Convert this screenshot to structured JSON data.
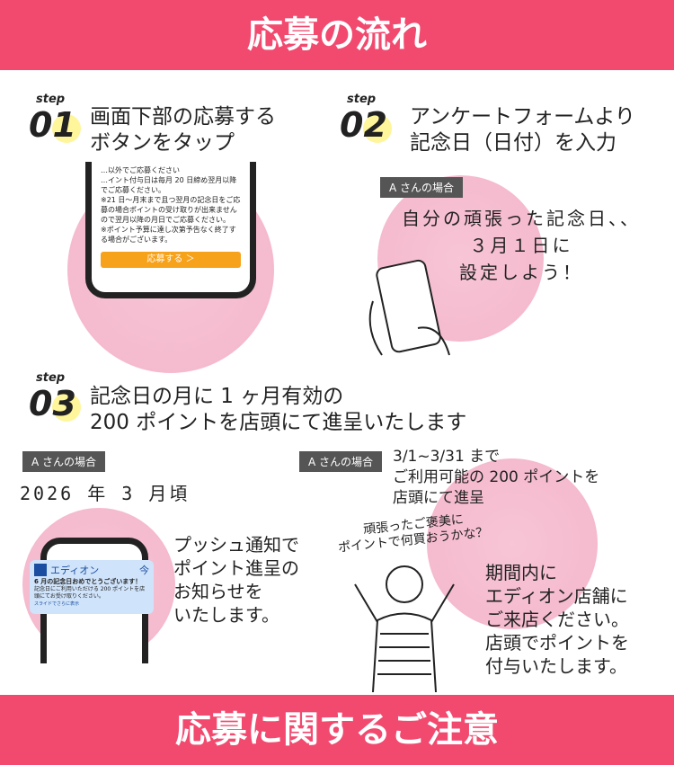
{
  "header": {
    "title": "応募の流れ"
  },
  "footer": {
    "title": "応募に関するご注意"
  },
  "step1": {
    "label": "step",
    "num": "01",
    "title1": "画面下部の応募する",
    "title2": "ボタンをタップ",
    "screen_lines": [
      "…以外でご応募ください",
      "…イント付与日は毎月 20 日締め翌月以降でご応募ください。",
      "※21 日～月末まで且つ翌月の記念日をご応募の場合ポイントの受け取りが出来ませんので翌月以降の月日でご応募ください。",
      "※ポイント予算に達し次第予告なく終了する場合がございます。"
    ],
    "button": "応募する ＞"
  },
  "step2": {
    "label": "step",
    "num": "02",
    "title1": "アンケートフォームより",
    "title2": "記念日（日付）を入力",
    "tag": "A さんの場合",
    "note1": "自分の頑張った記念日、、",
    "note2": "３月１日に",
    "note3": "設定しよう！"
  },
  "step3": {
    "label": "step",
    "num": "03",
    "title1": "記念日の月に 1 ヶ月有効の",
    "title2": "200 ポイントを店頭にて進呈いたします",
    "left": {
      "tag": "A さんの場合",
      "date": "2026 年 3 月頃",
      "notif_app": "エディオン",
      "notif_time": "今",
      "notif_title": "6 月の記念日おめでとうございます！",
      "notif_body": "記念日にご利用いただける 200 ポイントを店頭にてお受け取りください。",
      "notif_more": "スライドでさらに表示",
      "desc": [
        "プッシュ通知で",
        "ポイント進呈の",
        "お知らせを",
        "いたします。"
      ]
    },
    "right": {
      "tag": "A さんの場合",
      "period": [
        "3/1~3/31 まで",
        "ご利用可能の 200 ポイントを",
        "店頭にて進呈"
      ],
      "bubble1": "頑張ったご褒美に",
      "bubble2": "ポイントで何買おうかな？",
      "desc": [
        "期間内に",
        "エディオン店舗に",
        "ご来店ください。",
        "店頭でポイントを",
        "付与いたします。"
      ]
    }
  }
}
